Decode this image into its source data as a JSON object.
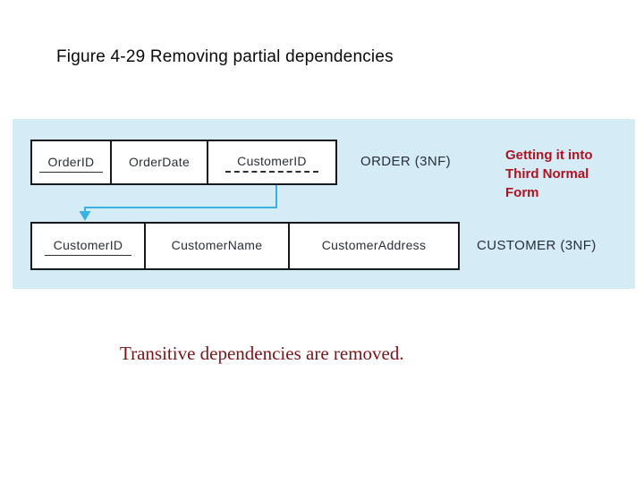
{
  "slide": {
    "title": "Figure 4-29 Removing partial dependencies",
    "caption": "Transitive dependencies are removed."
  },
  "diagram": {
    "note_lines": [
      "Getting it into",
      "Third Normal",
      "Form"
    ],
    "order_relation": {
      "label": "ORDER (3NF)",
      "attributes": [
        {
          "name": "OrderID",
          "underline": "solid"
        },
        {
          "name": "OrderDate",
          "underline": "none"
        },
        {
          "name": "CustomerID",
          "underline": "dashed"
        }
      ]
    },
    "customer_relation": {
      "label": "CUSTOMER (3NF)",
      "attributes": [
        {
          "name": "CustomerID",
          "underline": "solid"
        },
        {
          "name": "CustomerName",
          "underline": "none"
        },
        {
          "name": "CustomerAddress",
          "underline": "none"
        }
      ]
    },
    "colors": {
      "panel_bg": "#d5ecf7",
      "arrow": "#38b2e2",
      "note_text": "#ae1220",
      "caption_text": "#7d1517",
      "relation_label": "#272f3a"
    }
  }
}
